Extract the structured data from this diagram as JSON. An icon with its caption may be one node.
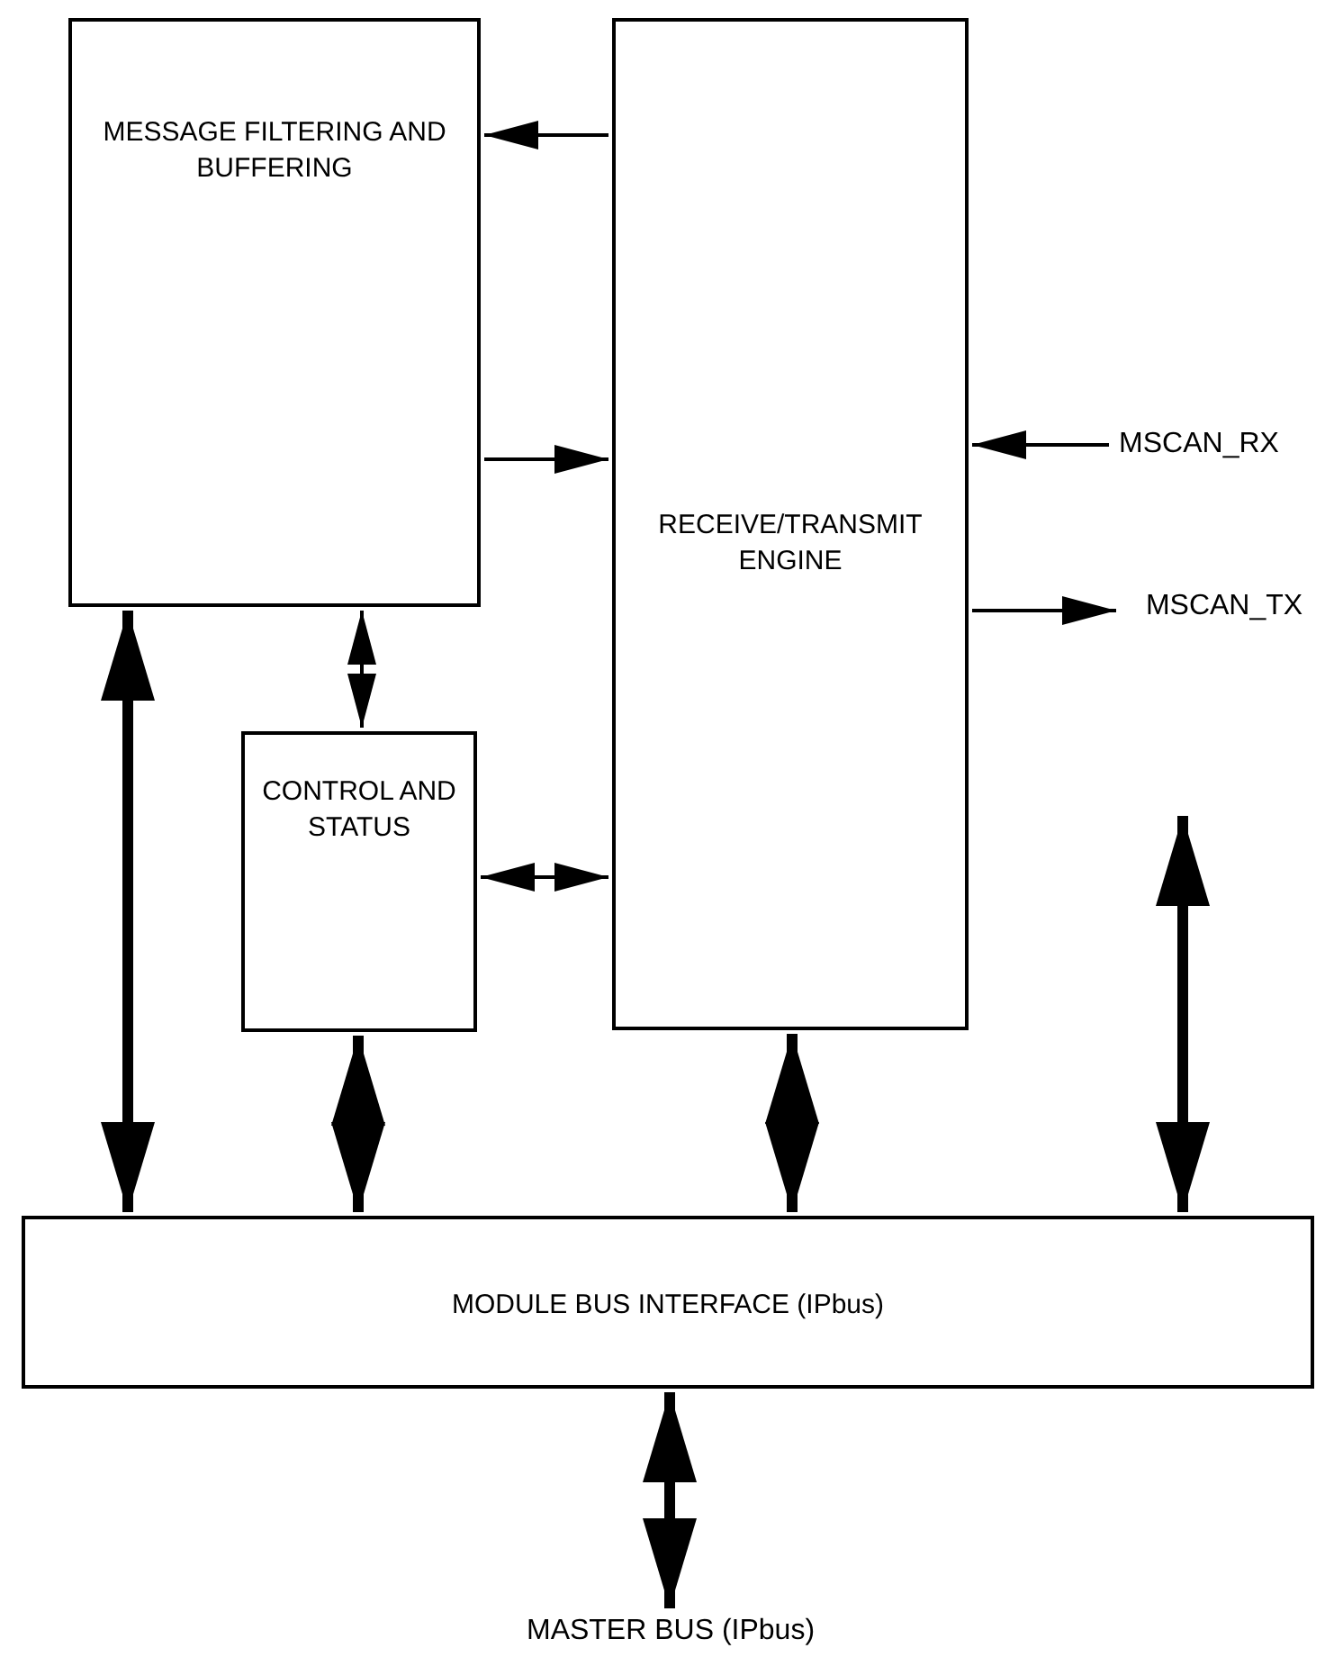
{
  "diagram": {
    "nodes": [
      {
        "text": [
          "MESSAGE FILTERING AND BUFFERING"
        ]
      },
      {
        "text": [
          "RECEIVE/TRANSMIT ENGINE"
        ]
      },
      {
        "text": [
          "CONTROL AND STATUS"
        ]
      },
      {
        "text": [
          "MODULE BUS INTERFACE (IPbus)"
        ]
      },
      {
        "text": [
          "MSCAN_RX"
        ]
      },
      {
        "text": [
          "MSCAN_TX"
        ]
      },
      {
        "text": [
          "MASTER BUS (IPbus)"
        ]
      }
    ],
    "edges": [
      {
        "from": 1,
        "to": 0,
        "arrow": "to"
      },
      {
        "from": 0,
        "to": 1,
        "arrow": "to"
      },
      {
        "from": 4,
        "to": 1,
        "arrow": "to"
      },
      {
        "from": 1,
        "to": 5,
        "arrow": "to"
      },
      {
        "from": 0,
        "to": 2,
        "arrow": "both"
      },
      {
        "from": 2,
        "to": 1,
        "arrow": "both"
      },
      {
        "from": 0,
        "to": 3,
        "arrow": "both",
        "style": "thick"
      },
      {
        "from": 2,
        "to": 3,
        "arrow": "both",
        "style": "thick"
      },
      {
        "from": 1,
        "to": 3,
        "arrow": "both",
        "style": "thick"
      },
      {
        "from": null,
        "to": 3,
        "arrow": "both",
        "style": "thick"
      },
      {
        "from": 3,
        "to": 6,
        "arrow": "both",
        "style": "thick"
      }
    ]
  }
}
